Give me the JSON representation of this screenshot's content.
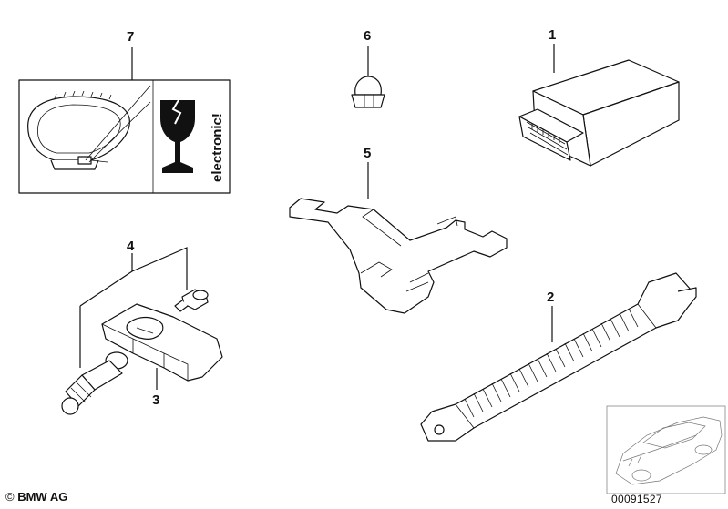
{
  "callouts": {
    "c1": "1",
    "c2": "2",
    "c3": "3",
    "c4": "4",
    "c5": "5",
    "c6": "6",
    "c7": "7"
  },
  "label7": {
    "text": "electronic!"
  },
  "footer": {
    "copyright_symbol": "©",
    "copyright_text": "BMW AG",
    "doc_number": "00091527"
  }
}
